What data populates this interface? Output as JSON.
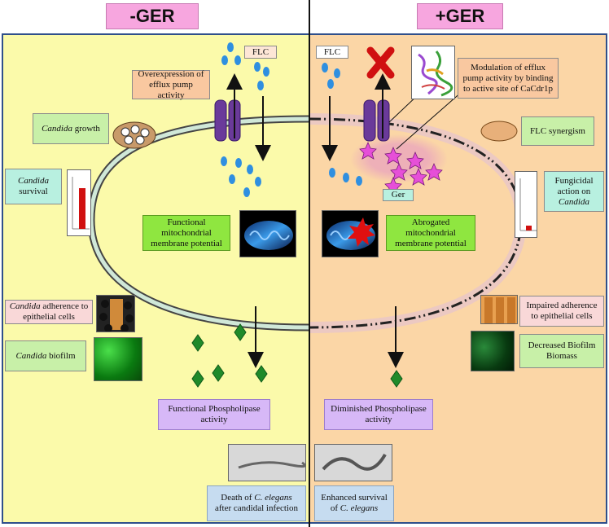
{
  "left_tab": "-GER",
  "right_tab": "+GER",
  "labels": {
    "flc_left": "FLC",
    "flc_right": "FLC",
    "efflux_left": "Overexpression of efflux pump activity",
    "candida_growth_em": "Candida",
    "candida_growth_rest": " growth",
    "candida_survival_em": "Candida",
    "candida_survival_rest": "survival",
    "functional_mito": "Functional mitochondrial membrane potential",
    "adherence_em": "Candida",
    "adherence_rest": " adherence to epithelial cells",
    "biofilm_em": "Candida",
    "biofilm_rest": " biofilm",
    "functional_phospho": "Functional Phospholipase activity",
    "death_line1": "Death of ",
    "death_em": "C. elegans",
    "death_line2": "after candidal infection",
    "modulation": "Modulation of efflux pump activity by binding to active site of CaCdr1p",
    "flc_synergism": "FLC synergism",
    "fungicidal_line": "Fungicidal action on",
    "fungicidal_em": "Candida",
    "ger": "Ger",
    "abrogated": "Abrogated mitochondrial membrane potential",
    "impaired": "Impaired adherence to epithelial cells",
    "decreased": "Decreased Biofilm Biomass",
    "diminished": "Diminished Phospholipase activity",
    "enhanced_line1": "Enhanced survival",
    "enhanced_em": "C. elegans",
    "enhanced_pre": "of "
  },
  "colors": {
    "left_bg": "#fbfaaa",
    "right_bg": "#fbd6a6",
    "tab": "#f7a6df",
    "pump": "#6a3a9a",
    "drop": "#2f8fe0",
    "diamond": "#1f8a2a",
    "star": "#e64fd8"
  }
}
